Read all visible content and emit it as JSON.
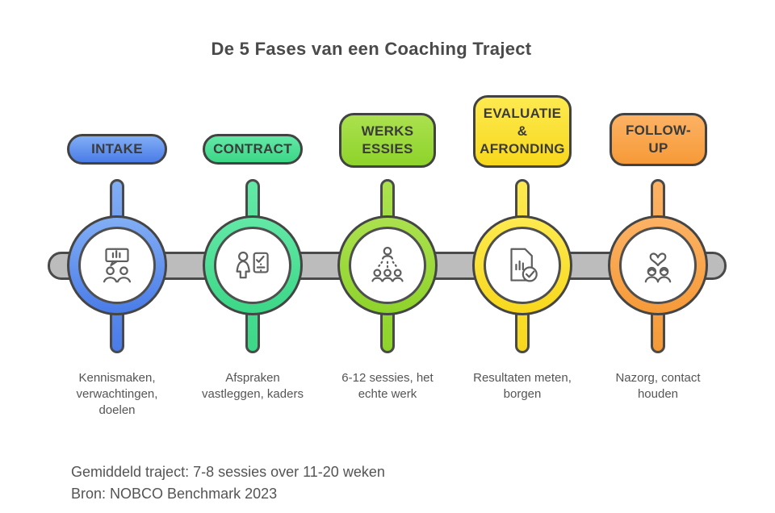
{
  "title": "De 5 Fases van een Coaching Traject",
  "phases": [
    {
      "label": "INTAKE",
      "description": "Kennismaken,\nverwachtingen,\ndoelen",
      "icon": "conversation-people-icon",
      "color_top": "#82aef5",
      "color_bottom": "#4a7ce8"
    },
    {
      "label": "CONTRACT",
      "description": "Afspraken\nvastleggen, kaders",
      "icon": "person-checklist-icon",
      "color_top": "#62e8a6",
      "color_bottom": "#3cd787"
    },
    {
      "label": "WERKS\nESSIES",
      "description": "6-12 sessies, het\nechte werk",
      "icon": "group-training-icon",
      "color_top": "#abe14e",
      "color_bottom": "#8ed32b"
    },
    {
      "label": "EVALUATIE\n&\nAFRONDING",
      "description": "Resultaten meten,\nborgen",
      "icon": "report-check-icon",
      "color_top": "#fdea4f",
      "color_bottom": "#f8d81d"
    },
    {
      "label": "FOLLOW-\nUP",
      "description": "Nazorg, contact\nhouden",
      "icon": "people-heart-icon",
      "color_top": "#fcb264",
      "color_bottom": "#f69a38"
    }
  ],
  "timeline": {
    "bar_color": "#bcbcbc",
    "outline_color": "#4a4a4a"
  },
  "footer": {
    "line1": "Gemiddeld traject: 7-8 sessies over 11-20 weken",
    "line2": "Bron: NOBCO Benchmark 2023"
  }
}
